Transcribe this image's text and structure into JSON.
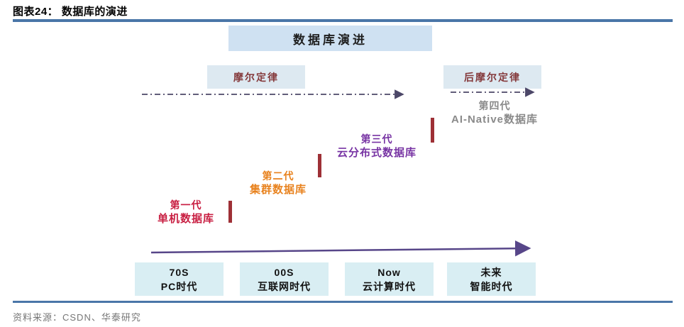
{
  "figure": {
    "title": "图表24： 数据库的演进",
    "source": "资料来源：CSDN、华泰研究"
  },
  "diagram": {
    "main_title": "数据库演进",
    "laws": {
      "moore": "摩尔定律",
      "post_moore": "后摩尔定律"
    },
    "generations": [
      {
        "name": "第一代",
        "label": "单机数据库",
        "color": "#c81e41"
      },
      {
        "name": "第二代",
        "label": "集群数据库",
        "color": "#e8821e"
      },
      {
        "name": "第三代",
        "label": "云分布式数据库",
        "color": "#7733a3"
      },
      {
        "name": "第四代",
        "label": "AI-Native数据库",
        "color": "#8a8a8a"
      }
    ],
    "eras": [
      {
        "period": "70S",
        "label": "PC时代"
      },
      {
        "period": "00S",
        "label": "互联网时代"
      },
      {
        "period": "Now",
        "label": "云计算时代"
      },
      {
        "period": "未来",
        "label": "智能时代"
      }
    ],
    "palette": {
      "rule_blue": "#4a76a8",
      "title_box_bg": "#cfe1f2",
      "law_box_bg": "#dde9f1",
      "era_box_bg": "#d9eef3",
      "law_text": "#84393b",
      "tick_bar": "#9e3036",
      "dashed_arrow": "#4c4768",
      "solid_arrow": "#574689"
    }
  }
}
